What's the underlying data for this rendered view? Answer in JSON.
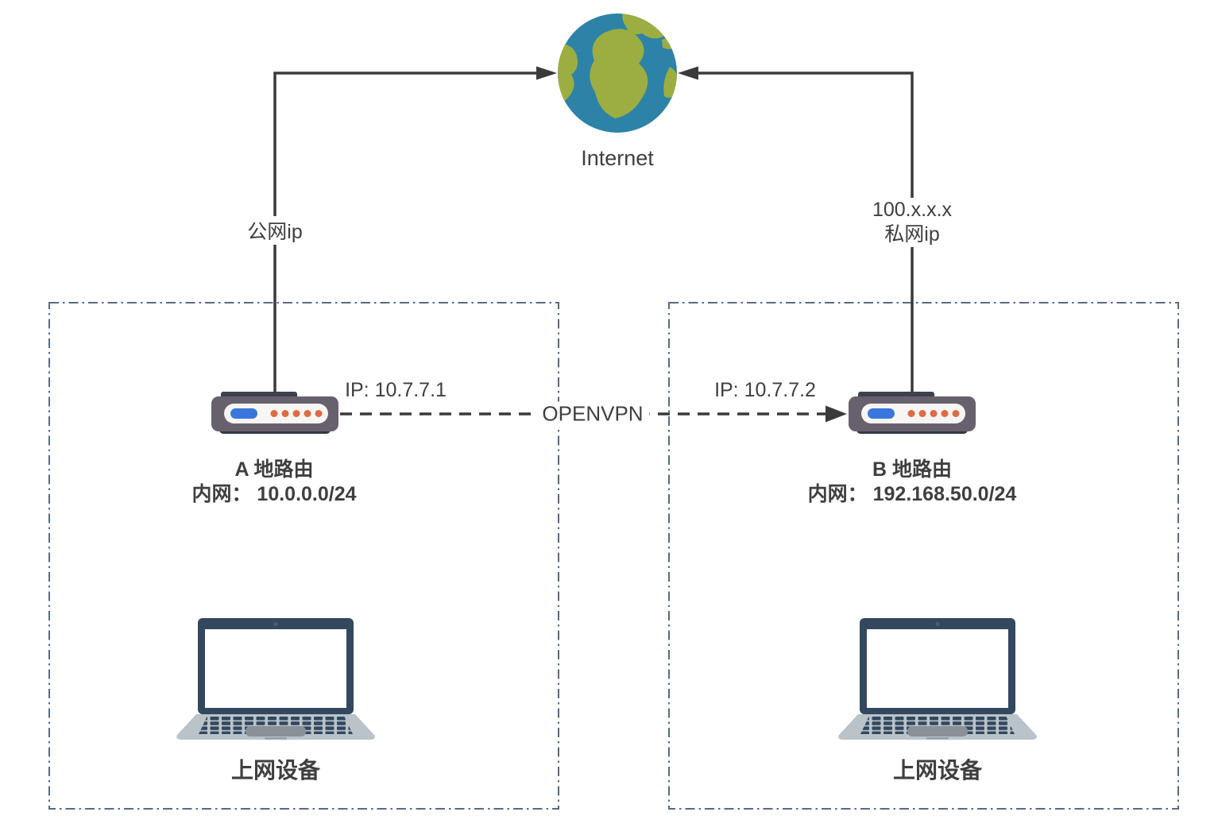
{
  "diagram": {
    "title_hint": "OpenVPN site-to-site network diagram",
    "internet": {
      "label": "Internet"
    },
    "links": {
      "site_a_wan_label": "公网ip",
      "site_b_wan_label_line1": "100.x.x.x",
      "site_b_wan_label_line2": "私网ip",
      "vpn_label": "OPENVPN",
      "vpn_ip_a": "IP: 10.7.7.1",
      "vpn_ip_b": "IP: 10.7.7.2"
    },
    "site_a": {
      "router_name": "A 地路由",
      "router_subnet": "内网： 10.0.0.0/24",
      "device_label": "上网设备"
    },
    "site_b": {
      "router_name": "B 地路由",
      "router_subnet": "内网： 192.168.50.0/24",
      "device_label": "上网设备"
    },
    "icons": [
      "internet-globe-icon",
      "router-icon",
      "laptop-icon",
      "arrow-icon"
    ],
    "colors": {
      "line": "#3a3a3a",
      "box_border": "#5a6a82",
      "text": "#3f3f3f",
      "globe_ocean": "#2d82a8",
      "globe_land": "#9cae41",
      "router_body": "#67616e",
      "router_blue": "#3a77dc",
      "router_dots": "#dd6b43",
      "laptop_dark": "#33485e",
      "laptop_base": "#b9c3c9"
    }
  }
}
